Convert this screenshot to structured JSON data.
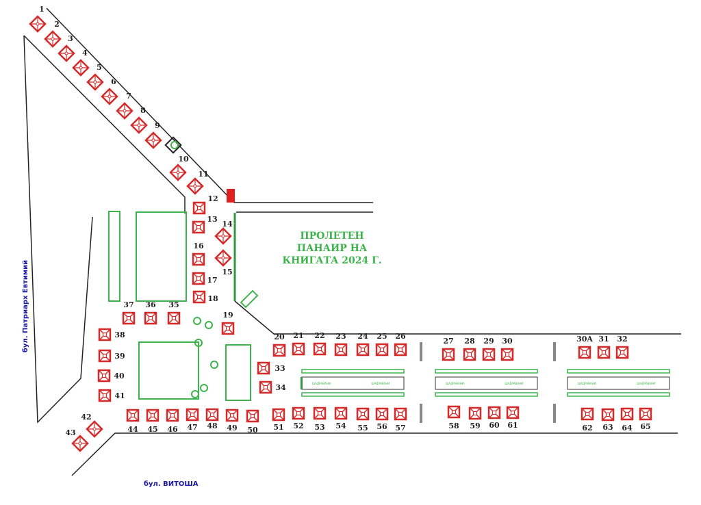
{
  "map": {
    "title_lines": [
      "ПРОЛЕТЕН",
      "ПАНАИР НА",
      "КНИГАТА 2024 Г."
    ],
    "streets": {
      "left": "бул. Патриарх Евтимий",
      "bottom": "бул. ВИТОША"
    },
    "fountain_label": "ШАДРАВАНИ",
    "colors": {
      "stall": "#d42a2a",
      "green": "#3cb44b",
      "street": "#1a1aa6",
      "road": "#222222"
    },
    "stalls": [
      {
        "id": "1",
        "shape": "diamond"
      },
      {
        "id": "2",
        "shape": "diamond"
      },
      {
        "id": "3",
        "shape": "diamond"
      },
      {
        "id": "4",
        "shape": "diamond"
      },
      {
        "id": "5",
        "shape": "diamond"
      },
      {
        "id": "6",
        "shape": "diamond"
      },
      {
        "id": "7",
        "shape": "diamond"
      },
      {
        "id": "8",
        "shape": "diamond"
      },
      {
        "id": "9",
        "shape": "diamond"
      },
      {
        "id": "10",
        "shape": "diamond"
      },
      {
        "id": "11",
        "shape": "diamond"
      },
      {
        "id": "12",
        "shape": "square"
      },
      {
        "id": "13",
        "shape": "square"
      },
      {
        "id": "14",
        "shape": "diamond"
      },
      {
        "id": "15",
        "shape": "diamond"
      },
      {
        "id": "16",
        "shape": "square"
      },
      {
        "id": "17",
        "shape": "square"
      },
      {
        "id": "18",
        "shape": "square"
      },
      {
        "id": "19",
        "shape": "square"
      },
      {
        "id": "20",
        "shape": "square"
      },
      {
        "id": "21",
        "shape": "square"
      },
      {
        "id": "22",
        "shape": "square"
      },
      {
        "id": "23",
        "shape": "square"
      },
      {
        "id": "24",
        "shape": "square"
      },
      {
        "id": "25",
        "shape": "square"
      },
      {
        "id": "26",
        "shape": "square"
      },
      {
        "id": "27",
        "shape": "square"
      },
      {
        "id": "28",
        "shape": "square"
      },
      {
        "id": "29",
        "shape": "square"
      },
      {
        "id": "30",
        "shape": "square"
      },
      {
        "id": "30A",
        "shape": "square"
      },
      {
        "id": "31",
        "shape": "square"
      },
      {
        "id": "32",
        "shape": "square"
      },
      {
        "id": "33",
        "shape": "square"
      },
      {
        "id": "34",
        "shape": "square"
      },
      {
        "id": "35",
        "shape": "square"
      },
      {
        "id": "36",
        "shape": "square"
      },
      {
        "id": "37",
        "shape": "square"
      },
      {
        "id": "38",
        "shape": "square"
      },
      {
        "id": "39",
        "shape": "square"
      },
      {
        "id": "40",
        "shape": "square"
      },
      {
        "id": "41",
        "shape": "square"
      },
      {
        "id": "42",
        "shape": "diamond"
      },
      {
        "id": "43",
        "shape": "diamond"
      },
      {
        "id": "44",
        "shape": "square"
      },
      {
        "id": "45",
        "shape": "square"
      },
      {
        "id": "46",
        "shape": "square"
      },
      {
        "id": "47",
        "shape": "square"
      },
      {
        "id": "48",
        "shape": "square"
      },
      {
        "id": "49",
        "shape": "square"
      },
      {
        "id": "50",
        "shape": "square"
      },
      {
        "id": "51",
        "shape": "square"
      },
      {
        "id": "52",
        "shape": "square"
      },
      {
        "id": "53",
        "shape": "square"
      },
      {
        "id": "54",
        "shape": "square"
      },
      {
        "id": "55",
        "shape": "square"
      },
      {
        "id": "56",
        "shape": "square"
      },
      {
        "id": "57",
        "shape": "square"
      },
      {
        "id": "58",
        "shape": "square"
      },
      {
        "id": "59",
        "shape": "square"
      },
      {
        "id": "60",
        "shape": "square"
      },
      {
        "id": "61",
        "shape": "square"
      },
      {
        "id": "62",
        "shape": "square"
      },
      {
        "id": "63",
        "shape": "square"
      },
      {
        "id": "64",
        "shape": "square"
      },
      {
        "id": "65",
        "shape": "square"
      }
    ]
  }
}
